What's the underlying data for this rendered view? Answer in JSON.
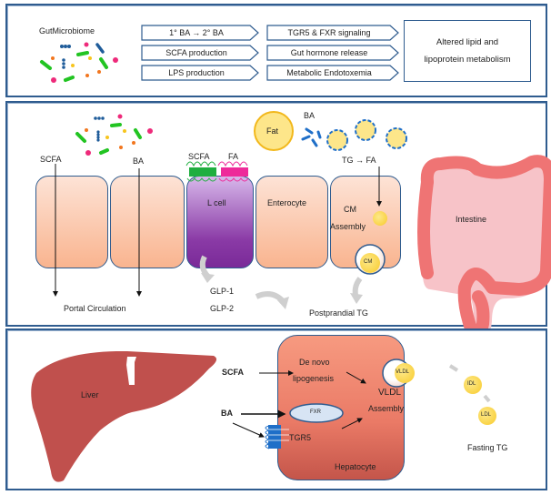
{
  "panel1": {
    "microbiome_label": "GutMicrobiome",
    "mechanisms": [
      "1° BA → 2° BA",
      "SCFA production",
      "LPS production"
    ],
    "effects": [
      "TGR5 & FXR signaling",
      "Gut hormone release",
      "Metabolic Endotoxemia"
    ],
    "outcome_line1": "Altered lipid and",
    "outcome_line2": "lipoprotein metabolism"
  },
  "panel2": {
    "scfa_label": "SCFA",
    "ba_label": "BA",
    "lcell_scfa_label": "SCFA",
    "lcell_fa_label": "FA",
    "fat_label": "Fat",
    "bile_label": "BA",
    "tg_fa_label": "TG → FA",
    "lcell_label": "L cell",
    "enterocyte_label": "Enterocyte",
    "cm_label": "CM",
    "assembly_label": "Assembly",
    "cm_particle_label": "CM",
    "intestine_label": "Intestine",
    "portal_label": "Portal Circulation",
    "glp1_label": "GLP-1",
    "glp2_label": "GLP-2",
    "postprandial_label": "Postprandial TG"
  },
  "panel3": {
    "liver_label": "Liver",
    "scfa_label": "SCFA",
    "ba_label": "BA",
    "denovo_line1": "De novo",
    "denovo_line2": "lipogenesis",
    "fxr_label": "FXR",
    "tgr5_label": "TGR5",
    "vldl_line1": "VLDL",
    "vldl_line2": "Assembly",
    "hepatocyte_label": "Hepatocyte",
    "vldl_particle": "VLDL",
    "idl_particle": "IDL",
    "ldl_particle": "LDL",
    "fasting_label": "Fasting TG"
  },
  "colors": {
    "border_blue": "#2f5c8f",
    "cell_peach": "#f9b48f",
    "lcell_purple": "#7a2a98",
    "liver_red": "#c0504d",
    "hepatocyte": "#ee8a72",
    "lipid_yellow": "#fcd85a",
    "receptor_green": "#1fae3f",
    "receptor_pink": "#ee2a9a",
    "receptor_blue": "#1f6fc8",
    "intestine_pink": "#f07a7a"
  }
}
